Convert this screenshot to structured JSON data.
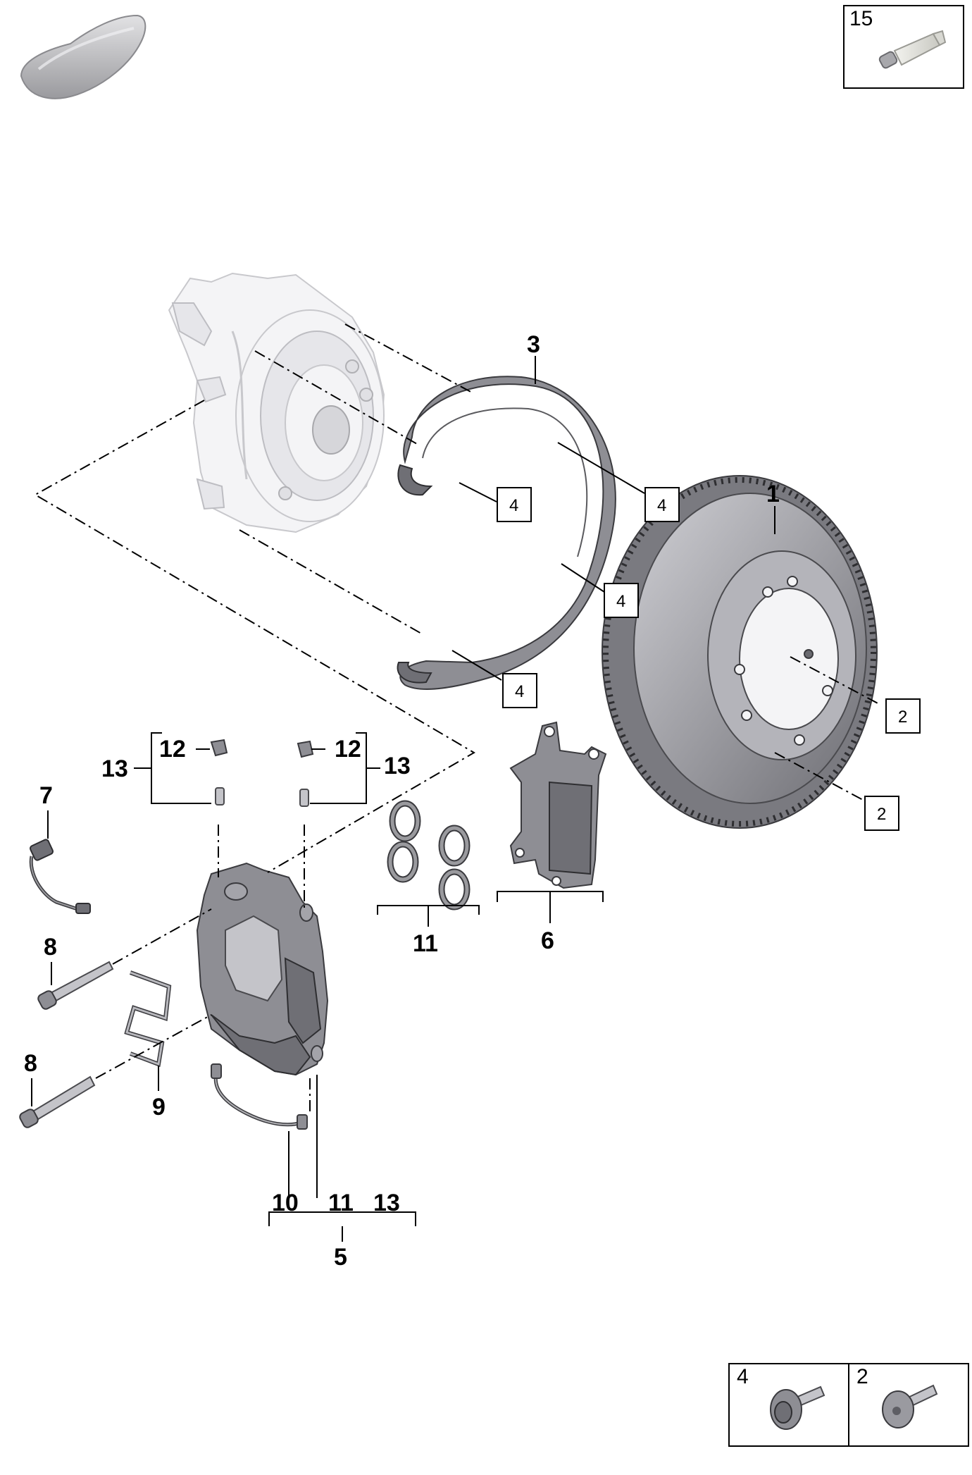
{
  "callouts": {
    "rotor": "1",
    "shield": "3",
    "pads": "6",
    "sensor": "7",
    "bolt_upper": "8",
    "bolt_lower": "8",
    "spring": "9",
    "seals": "11",
    "caliper_assembly": "5",
    "bleed_left_12": "12",
    "bleed_left_13": "13",
    "bleed_right_12": "12",
    "bleed_right_13": "13",
    "assembly_sub_10": "10",
    "assembly_sub_11": "11",
    "assembly_sub_13": "13"
  },
  "boxed_callouts": {
    "shield_bolt_a": "4",
    "shield_bolt_b": "4",
    "shield_bolt_c": "4",
    "shield_bolt_d": "4",
    "rotor_screw_a": "2",
    "rotor_screw_b": "2"
  },
  "corner_boxes": {
    "grease": "15",
    "bolt_ref_4": "4",
    "screw_ref_2": "2"
  },
  "icons": [
    "car-silhouette-icon",
    "grease-tube-icon",
    "hex-flange-bolt-icon",
    "countersunk-screw-icon"
  ]
}
